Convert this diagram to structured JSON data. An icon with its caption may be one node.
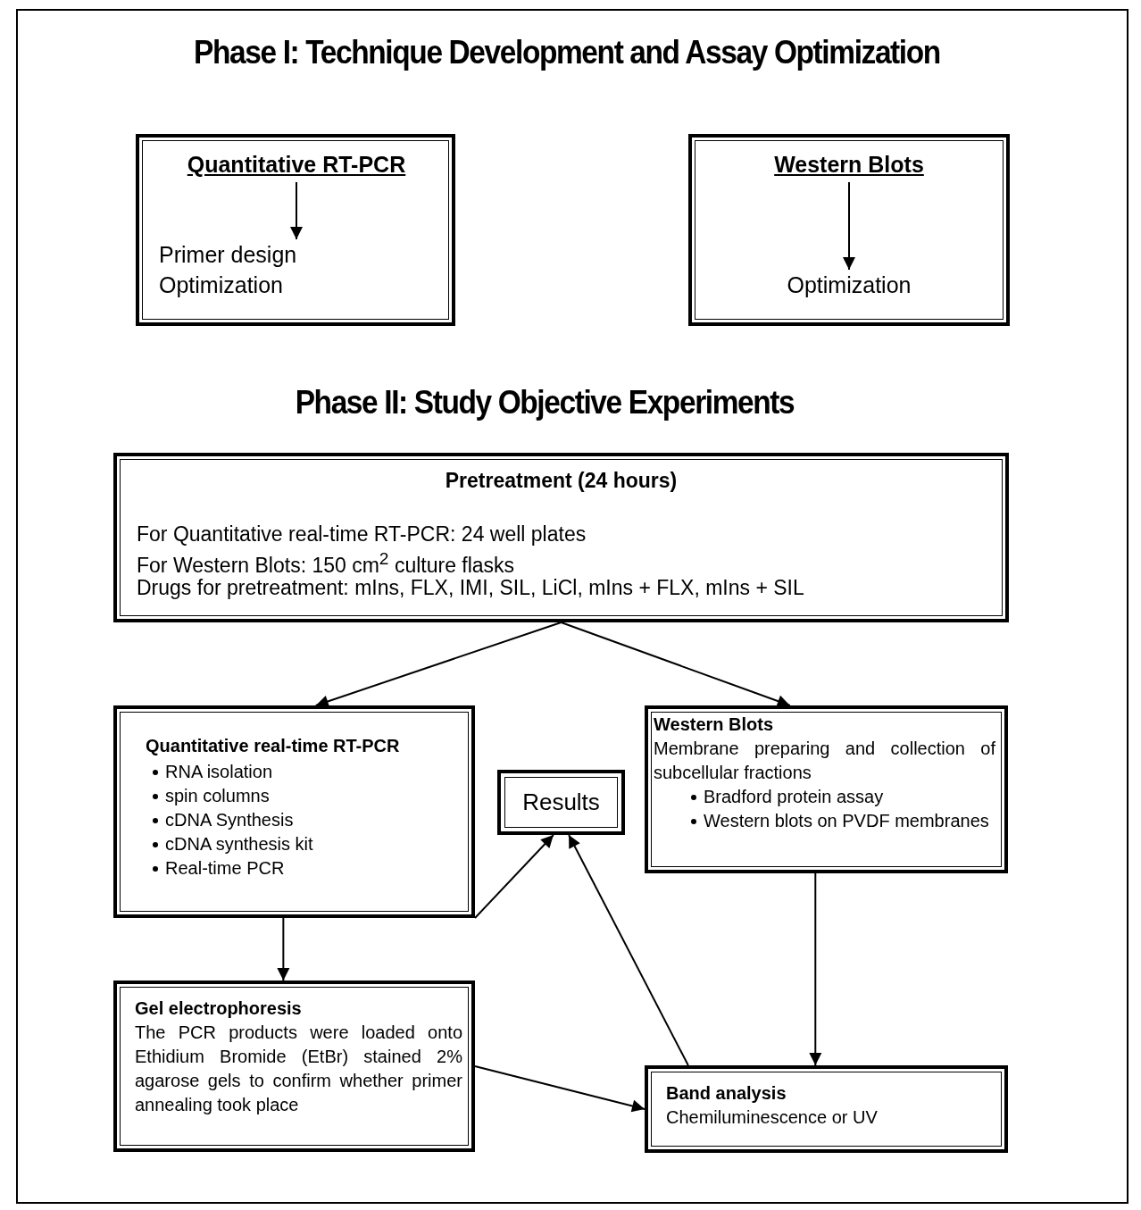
{
  "diagram": {
    "title": "Phase I: Technique Development and Assay Optimization",
    "nodes": [
      {
        "text": [],
        "shape": "box"
      },
      {
        "text": [
          "Quantitative RT-PCR"
        ],
        "in": 0
      },
      {
        "text": [
          "Primer design Optimization"
        ],
        "in": 0
      },
      {
        "text": [],
        "shape": "box"
      },
      {
        "text": [
          "Western Blots"
        ],
        "in": 3
      },
      {
        "text": [
          "Optimization"
        ],
        "in": 3
      },
      {
        "text": [
          "Pretreatment (24 hours)",
          "For Quantitative real-time RT-PCR: 24 well plates",
          "For Western Blots: 150 cm$^{2}$ culture flasks",
          "Drugs for pretreatment: mIns, FLX, IMI, SIL, LiCl, mIns + FLX, mIns + SIL"
        ]
      },
      {
        "text": [
          "Quantitative real-time RT-PCR",
          "RNA isolation",
          "spin columns",
          "cDNA  Synthesis",
          "cDNA synthesis kit",
          "Real-time PCR"
        ]
      },
      {
        "text": [
          "Results"
        ]
      },
      {
        "text": [
          "Western Blots",
          "Membrane preparing and collection of subcellular fractions",
          "Bradford protein assay",
          "Western blots on PVDF membranes"
        ]
      },
      {
        "text": [
          "Gel electrophoresis",
          "The PCR products were loaded onto Ethidium Bromide (EtBr) stained 2% agarose gels to confirm whether primer annealing took place"
        ]
      },
      {
        "text": [
          "Band analysis",
          "Chemiluminescence or UV"
        ]
      }
    ],
    "edges": [
      {
        "from": 1,
        "to": 2,
        "arrow": "to"
      },
      {
        "from": 4,
        "to": 5,
        "arrow": "to"
      },
      {
        "from": 6,
        "to": 7,
        "arrow": "to"
      },
      {
        "from": 6,
        "to": 9,
        "arrow": "to"
      },
      {
        "from": 7,
        "to": 8,
        "arrow": "to"
      },
      {
        "from": 7,
        "to": 10,
        "arrow": "to"
      },
      {
        "from": 9,
        "to": 11,
        "arrow": "to"
      },
      {
        "from": 10,
        "to": 11,
        "arrow": "to"
      },
      {
        "from": 11,
        "to": 8,
        "arrow": "to"
      }
    ],
    "labels": [
      "Phase II: Study Objective Experiments"
    ]
  }
}
